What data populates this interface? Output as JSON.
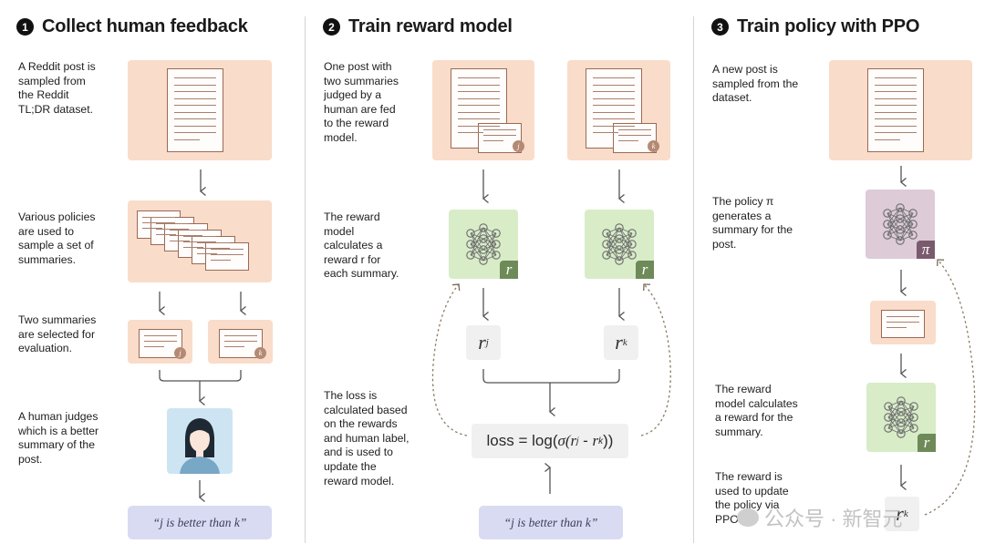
{
  "steps": [
    {
      "number": "1",
      "title": "Collect human feedback"
    },
    {
      "number": "2",
      "title": "Train reward model"
    },
    {
      "number": "3",
      "title": "Train policy with PPO"
    }
  ],
  "col1": {
    "desc_post": [
      "A Reddit post is",
      "sampled from",
      "the Reddit",
      "TL;DR dataset."
    ],
    "desc_policies": [
      "Various policies",
      "are used to",
      "sample a set of",
      "summaries."
    ],
    "desc_two": [
      "Two summaries",
      "are selected for",
      "evaluation."
    ],
    "desc_judge": [
      "A human judges",
      "which is a better",
      "summary of the",
      "post."
    ],
    "badge_j": "j",
    "badge_k": "k",
    "preference": "“j is better than k”"
  },
  "col2": {
    "desc_fed": [
      "One post with",
      "two summaries",
      "judged by a",
      "human are fed",
      "to the reward",
      "model."
    ],
    "desc_reward": [
      "The reward",
      "model",
      "calculates a",
      "reward r for",
      "each summary."
    ],
    "desc_loss": [
      "The loss is",
      "calculated based",
      "on the rewards",
      "and human label,",
      "and is used to",
      "update the",
      "reward model."
    ],
    "badge_j": "j",
    "badge_k": "k",
    "model_label": "r",
    "r_j": "r",
    "r_j_sub": "j",
    "r_k": "r",
    "r_k_sub": "k",
    "loss_prefix": "loss = log(",
    "loss_sigma": "σ",
    "loss_rj": "(r",
    "loss_j": "j",
    "loss_minus": " - ",
    "loss_rk": "r",
    "loss_k": "k",
    "loss_suffix": "))",
    "preference": "“j is better than k”"
  },
  "col3": {
    "desc_new": [
      "A new post is",
      "sampled from the",
      "dataset."
    ],
    "desc_policy": [
      "The policy π",
      "generates a",
      "summary for the",
      "post."
    ],
    "desc_reward": [
      "The reward",
      "model calculates",
      "a reward for the",
      "summary."
    ],
    "desc_update": [
      "The reward is",
      "used to update",
      "the policy via",
      "PPO."
    ],
    "policy_label": "π",
    "model_label": "r",
    "r_value": "r",
    "r_value_sub": "k"
  },
  "watermark": "公众号 · 新智元",
  "colors": {
    "peach": "#f9dcc9",
    "green": "#d8ecc8",
    "purple": "#ddcbd8",
    "lavender": "#d9dbf3",
    "gray": "#f0f0f0",
    "r_badge": "#6e8a58",
    "pi_badge": "#7a5a6e",
    "summary_badge": "#b48a74"
  }
}
